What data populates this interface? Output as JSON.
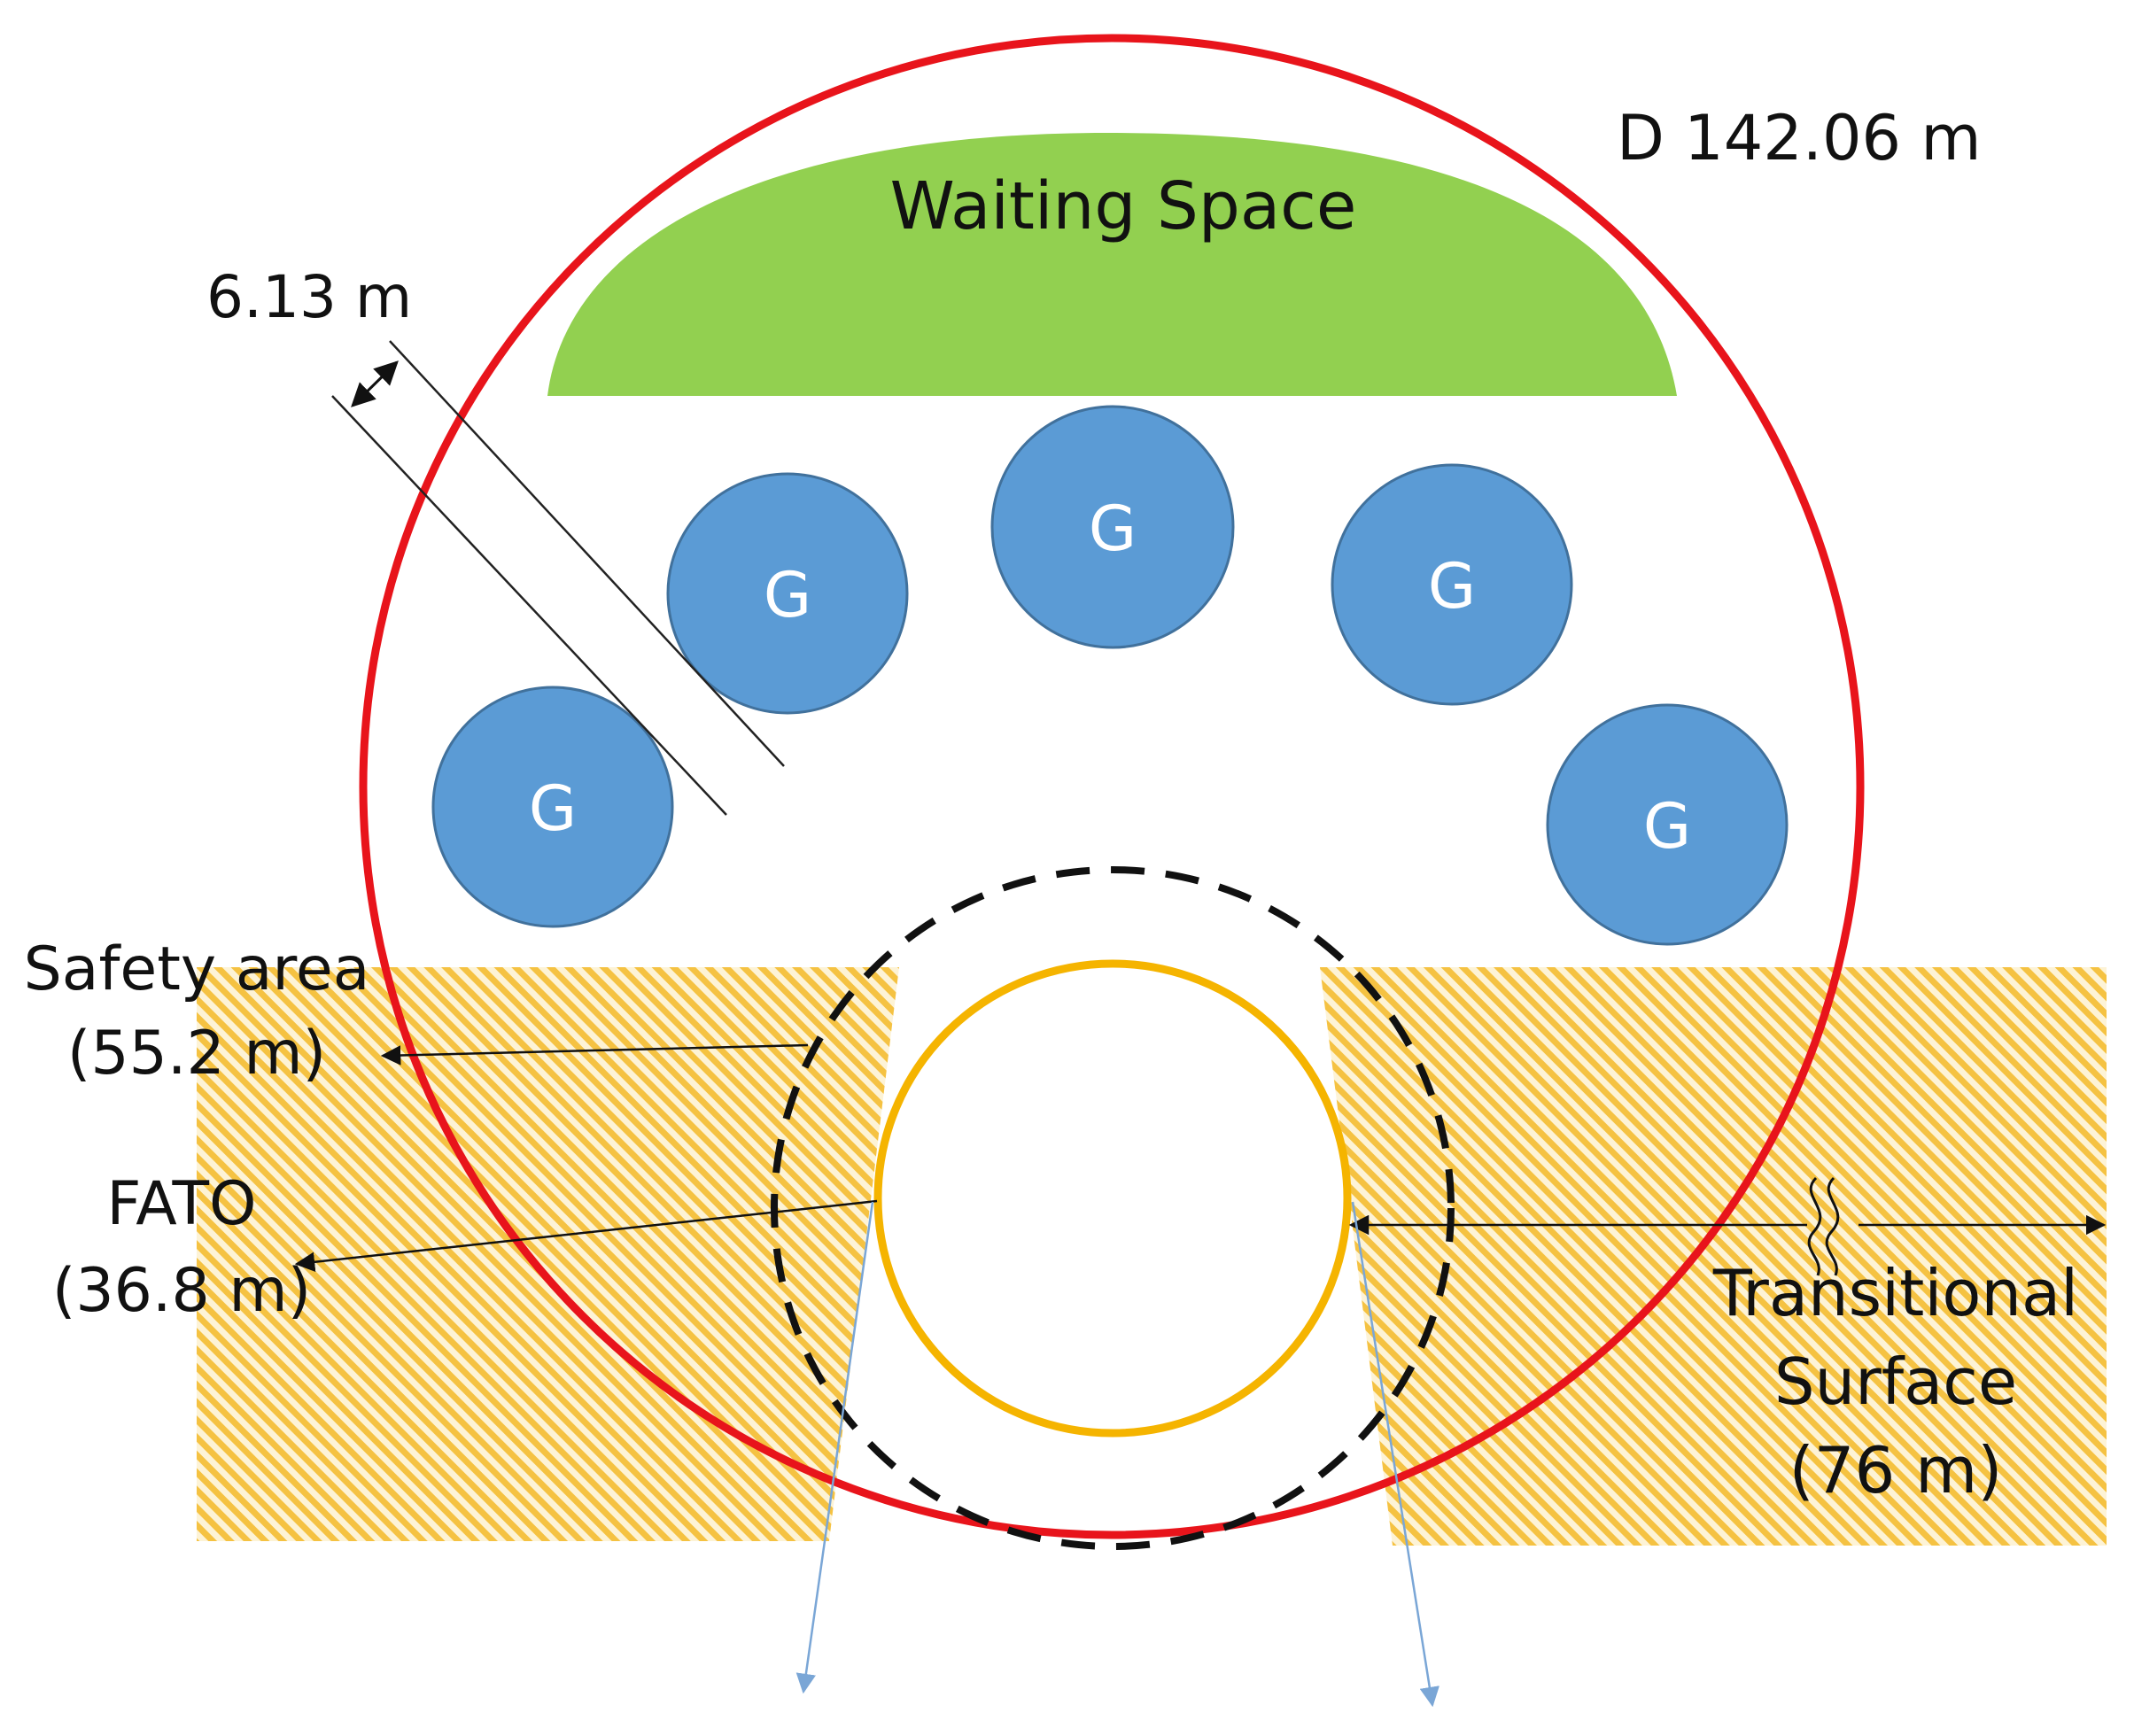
{
  "labels": {
    "diameter": "D 142.06 m",
    "waiting_space": "Waiting Space",
    "spacing": "6.13 m",
    "gate": "G",
    "safety_area_name": "Safety area",
    "safety_area_size": "(55.2 m)",
    "fato_name": "FATO",
    "fato_size": "(36.8 m)",
    "transitional_line1": "Transitional",
    "transitional_line2": "Surface",
    "transitional_line3": "(76 m)"
  },
  "colors": {
    "outer_circle": "#e8141b",
    "waiting_space": "#92d050",
    "gate_fill": "#5b9bd5",
    "gate_stroke": "#41719c",
    "fato_circle": "#f5b400",
    "hatch": "#f5c242",
    "safety_dash": "#111111",
    "approach_arrow": "#7aa6d6"
  },
  "gates_count": 5
}
